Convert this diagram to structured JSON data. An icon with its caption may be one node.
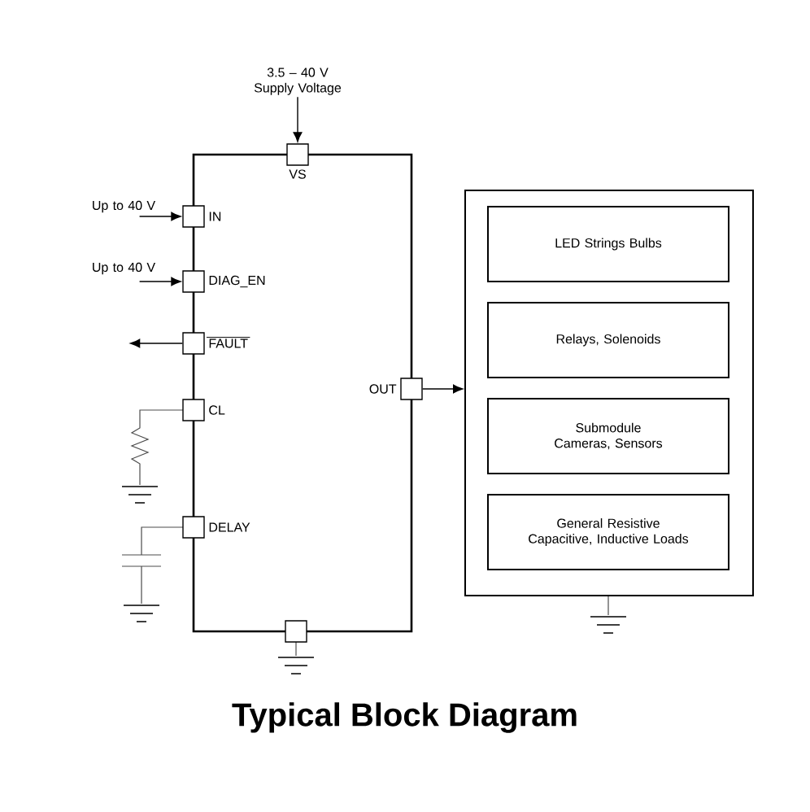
{
  "diagram": {
    "title": "Typical Block Diagram",
    "nodes": [
      {
        "text": [
          "3.5 – 40 V Supply Voltage"
        ]
      },
      {
        "text": [],
        "shape": "box"
      },
      {
        "text": [
          "VS"
        ]
      },
      {
        "text": [
          "Up to 40 V"
        ]
      },
      {
        "text": [
          "IN"
        ]
      },
      {
        "text": [
          "Up to 40 V"
        ]
      },
      {
        "text": [
          "DIAG_EN"
        ]
      },
      {
        "text": [
          "FAULT"
        ]
      },
      {
        "text": [
          "CL"
        ]
      },
      {
        "text": [
          "DELAY"
        ]
      },
      {
        "text": [
          "OUT"
        ]
      },
      {
        "text": [],
        "shape": "box"
      },
      {
        "text": [],
        "shape": "box"
      },
      {
        "text": [
          "LED Strings Bulbs"
        ],
        "in": 12
      },
      {
        "text": [
          "Relays, Solenoids"
        ],
        "in": 12
      },
      {
        "text": [
          "Submodule Cameras, Sensors"
        ],
        "in": 12
      },
      {
        "text": [
          "General Resistive Capacitive, Inductive Loads"
        ],
        "in": 12
      }
    ],
    "edges": [
      {
        "from": 0,
        "to": 2,
        "arrow": "to"
      },
      {
        "from": 3,
        "to": 4,
        "arrow": "to"
      },
      {
        "from": 5,
        "to": 6,
        "arrow": "to"
      },
      {
        "from": 7,
        "to": null,
        "arrow": "to"
      },
      {
        "from": 10,
        "to": 12,
        "arrow": "to"
      }
    ]
  }
}
